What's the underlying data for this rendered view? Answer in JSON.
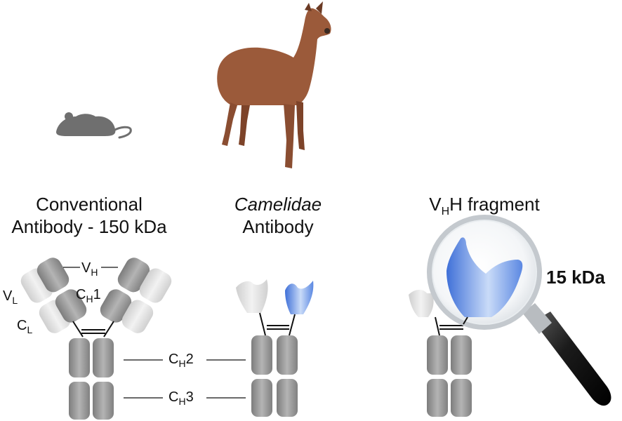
{
  "conventional": {
    "line1": "Conventional",
    "line2": "Antibody - 150 kDa"
  },
  "camelid": {
    "line1": "Camelidae",
    "line2": "Antibody"
  },
  "vhh": {
    "label_prefix": "V",
    "label_sub": "H",
    "label_suffix": "H fragment",
    "mass": "15 kDa"
  },
  "domains": {
    "vh": {
      "main": "V",
      "sub": "H"
    },
    "vl": {
      "main": "V",
      "sub": "L"
    },
    "ch1": {
      "main": "C",
      "sub": "H",
      "suffix": "1"
    },
    "cl": {
      "main": "C",
      "sub": "L"
    },
    "ch2": {
      "main": "C",
      "sub": "H",
      "suffix": "2"
    },
    "ch3": {
      "main": "C",
      "sub": "H",
      "suffix": "3"
    }
  },
  "colors": {
    "heavy_chain": "#9a9a9a",
    "light_chain": "#e3e3e3",
    "vhh_blue": "#4d7fe0",
    "mouse": "#6f6f6f",
    "alpaca": "#9b5a3a"
  }
}
